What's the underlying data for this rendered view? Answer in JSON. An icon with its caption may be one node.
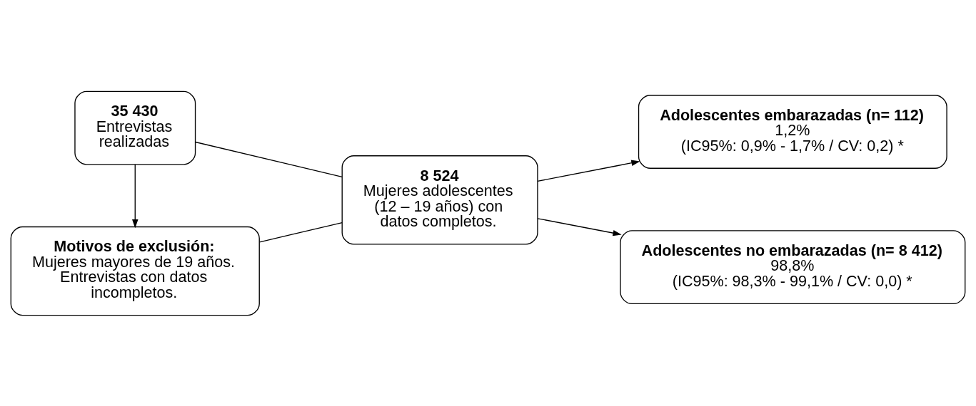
{
  "diagram": {
    "nodes": [
      {
        "text": [
          "35 430",
          "Entrevistas realizadas"
        ]
      },
      {
        "text": [
          "Motivos de exclusión:",
          "Mujeres mayores de 19 años.",
          "Entrevistas con datos incompletos."
        ]
      },
      {
        "text": [
          "8 524",
          "Mujeres adolescentes (12 – 19 años) con datos completos."
        ]
      },
      {
        "text": [
          "Adolescentes embarazadas (n= 112)",
          "1,2%",
          "(IC95%: 0,9% - 1,7% / CV: 0,2) *"
        ]
      },
      {
        "text": [
          "Adolescentes no embarazadas (n= 8 412)",
          "98,8%",
          "(IC95%: 98,3% - 99,1% / CV: 0,0) *"
        ]
      }
    ],
    "edges": [
      {
        "from": 0,
        "to": 1,
        "arrow": "to"
      },
      {
        "from": 0,
        "to": 2,
        "arrow": "none"
      },
      {
        "from": 1,
        "to": 2,
        "arrow": "none"
      },
      {
        "from": 2,
        "to": 3,
        "arrow": "to"
      },
      {
        "from": 2,
        "to": 4,
        "arrow": "to"
      }
    ]
  }
}
